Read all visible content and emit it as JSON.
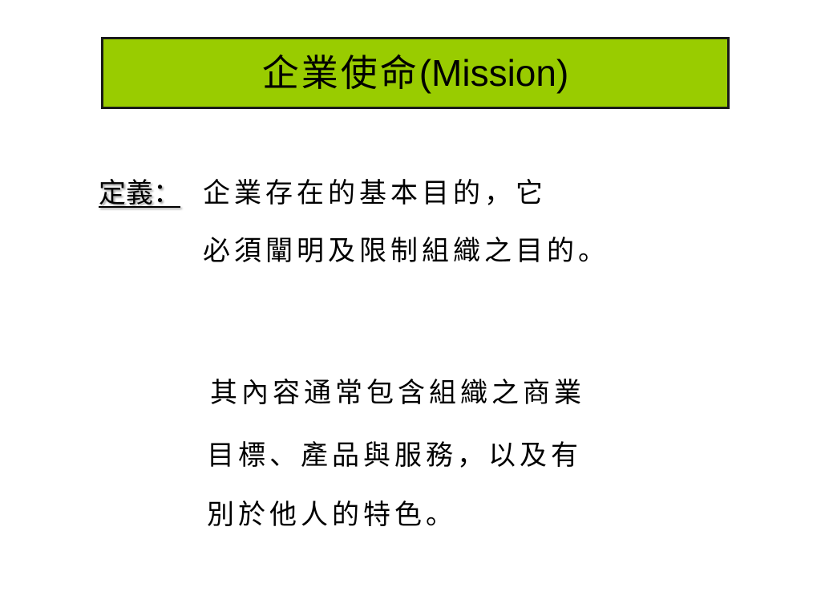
{
  "slide": {
    "title": {
      "zh": "企業使命",
      "en": "(Mission)",
      "background": "#99cc00",
      "border_color": "#1a1a1a"
    },
    "definition": {
      "label": "定義：",
      "lines": [
        "企業存在的基本目的，它",
        "必須闡明及限制組織之目的。"
      ]
    },
    "description": {
      "lines": [
        "其內容通常包含組織之商業",
        "目標、產品與服務，以及有",
        "別於他人的特色。"
      ]
    }
  }
}
